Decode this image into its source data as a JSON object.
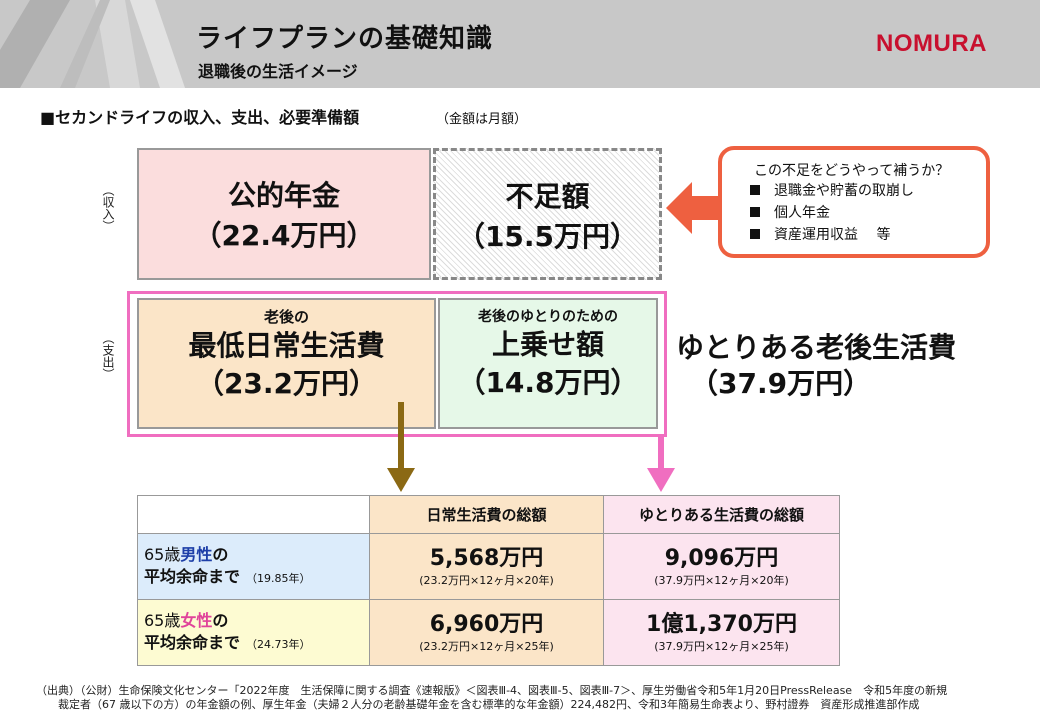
{
  "header": {
    "title": "ライフプランの基礎知識",
    "subtitle": "退職後の生活イメージ",
    "logo_text": "NOMURA",
    "logo_color": "#c8102e"
  },
  "section": {
    "title": "■セカンドライフの収入、支出、必要準備額",
    "note": "（金額は月額）"
  },
  "labels": {
    "income": "（収入）",
    "expense": "（支出）"
  },
  "income": {
    "pension": {
      "name": "公的年金",
      "amount": "（22.4万円）"
    },
    "shortfall": {
      "name": "不足額",
      "amount": "（15.5万円）"
    }
  },
  "callout": {
    "question": "この不足をどうやって補うか？",
    "items": [
      "退職金や貯蓄の取崩し",
      "個人年金",
      "資産運用収益　 等"
    ],
    "border_color": "#ee6040"
  },
  "expense": {
    "minimum": {
      "pre": "老後の",
      "name": "最低日常生活費",
      "amount": "（23.2万円）"
    },
    "extra": {
      "pre": "老後のゆとりのための",
      "name": "上乗せ額",
      "amount": "（14.8万円）"
    },
    "comfort": {
      "name": "ゆとりある老後生活費",
      "amount": "（37.9万円）"
    },
    "frame_color": "#f06ec0"
  },
  "table": {
    "col1_header": "日常生活費の総額",
    "col2_header": "ゆとりある生活費の総額",
    "rows": [
      {
        "age": "65歳",
        "gender": "男性",
        "particle": "の",
        "line2": "平均余命まで",
        "years": "（19.85年）",
        "col1_amount": "5,568万円",
        "col1_formula": "(23.2万円×12ヶ月×20年)",
        "col2_amount": "9,096万円",
        "col2_formula": "(37.9万円×12ヶ月×20年)"
      },
      {
        "age": "65歳",
        "gender": "女性",
        "particle": "の",
        "line2": "平均余命まで",
        "years": "（24.73年）",
        "col1_amount": "6,960万円",
        "col1_formula": "(23.2万円×12ヶ月×25年)",
        "col2_amount": "1億1,370万円",
        "col2_formula": "(37.9万円×12ヶ月×25年)"
      }
    ]
  },
  "source": {
    "line1": "（出典）（公財）生命保険文化センター「2022年度　生活保障に関する調査《速報版》＜図表Ⅲ-4、図表Ⅲ-5、図表Ⅲ-7＞、厚生労働省令和5年1月20日PressRelease　令和5年度の新規",
    "line2": "裁定者（67 歳以下の方）の年金額の例、厚生年金（夫婦２人分の老齢基礎年金を含む標準的な年金額）224,482円、令和3年簡易生命表より、野村證券　資産形成推進部作成"
  }
}
